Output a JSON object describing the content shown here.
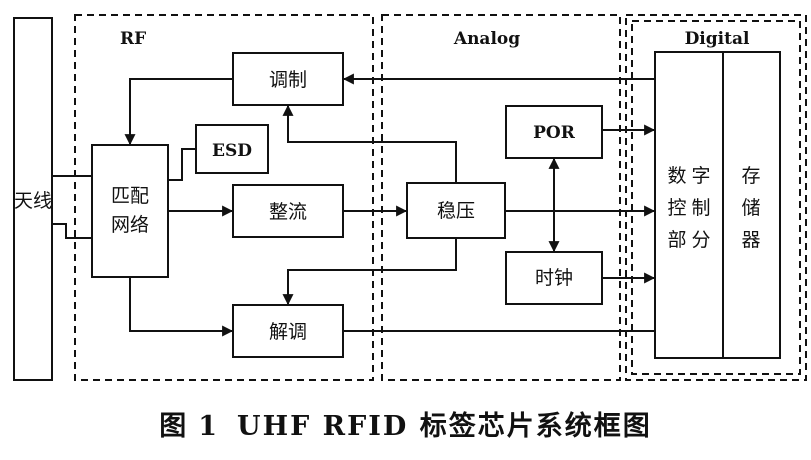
{
  "zones": {
    "rf": "RF",
    "analog": "Analog",
    "digital": "Digital"
  },
  "blocks": {
    "antenna": "天线",
    "matching_line1": "匹配",
    "matching_line2": "网络",
    "modulation": "调制",
    "esd": "ESD",
    "rectifier": "整流",
    "demodulation": "解调",
    "regulator": "稳压",
    "por": "POR",
    "clock": "时钟",
    "digital_control": [
      "数",
      "字",
      "控",
      "制",
      "部",
      "分"
    ],
    "memory": [
      "存",
      "储",
      "器"
    ]
  },
  "caption": {
    "figure": "图",
    "number": "1",
    "title": "UHF RFID 标签芯片系统框图"
  }
}
